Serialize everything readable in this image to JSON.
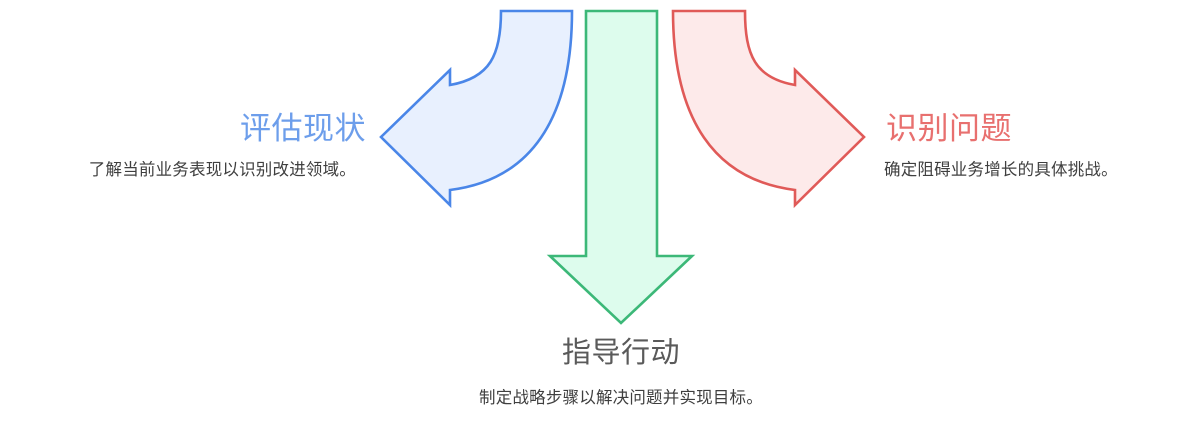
{
  "diagram": {
    "type": "three-arrow-process-diagram",
    "background_color": "#ffffff",
    "branches": [
      {
        "id": "assess",
        "direction": "left",
        "title": "评估现状",
        "description": "了解当前业务表现以识别改进领域。",
        "title_color": "#6d9eeb",
        "arrow_stroke": "#4a86e8",
        "arrow_fill": "#e8f0fe",
        "arrow_icon": "curved-arrow-left-icon"
      },
      {
        "id": "action",
        "direction": "down",
        "title": "指导行动",
        "description": "制定战略步骤以解决问题并实现目标。",
        "title_color": "#5a5a5a",
        "arrow_stroke": "#3cb878",
        "arrow_fill": "#ddfced",
        "arrow_icon": "arrow-down-icon"
      },
      {
        "id": "identify",
        "direction": "right",
        "title": "识别问题",
        "description": "确定阻碍业务增长的具体挑战。",
        "title_color": "#e8706f",
        "arrow_stroke": "#e05a58",
        "arrow_fill": "#fdeaea",
        "arrow_icon": "curved-arrow-right-icon"
      }
    ]
  }
}
